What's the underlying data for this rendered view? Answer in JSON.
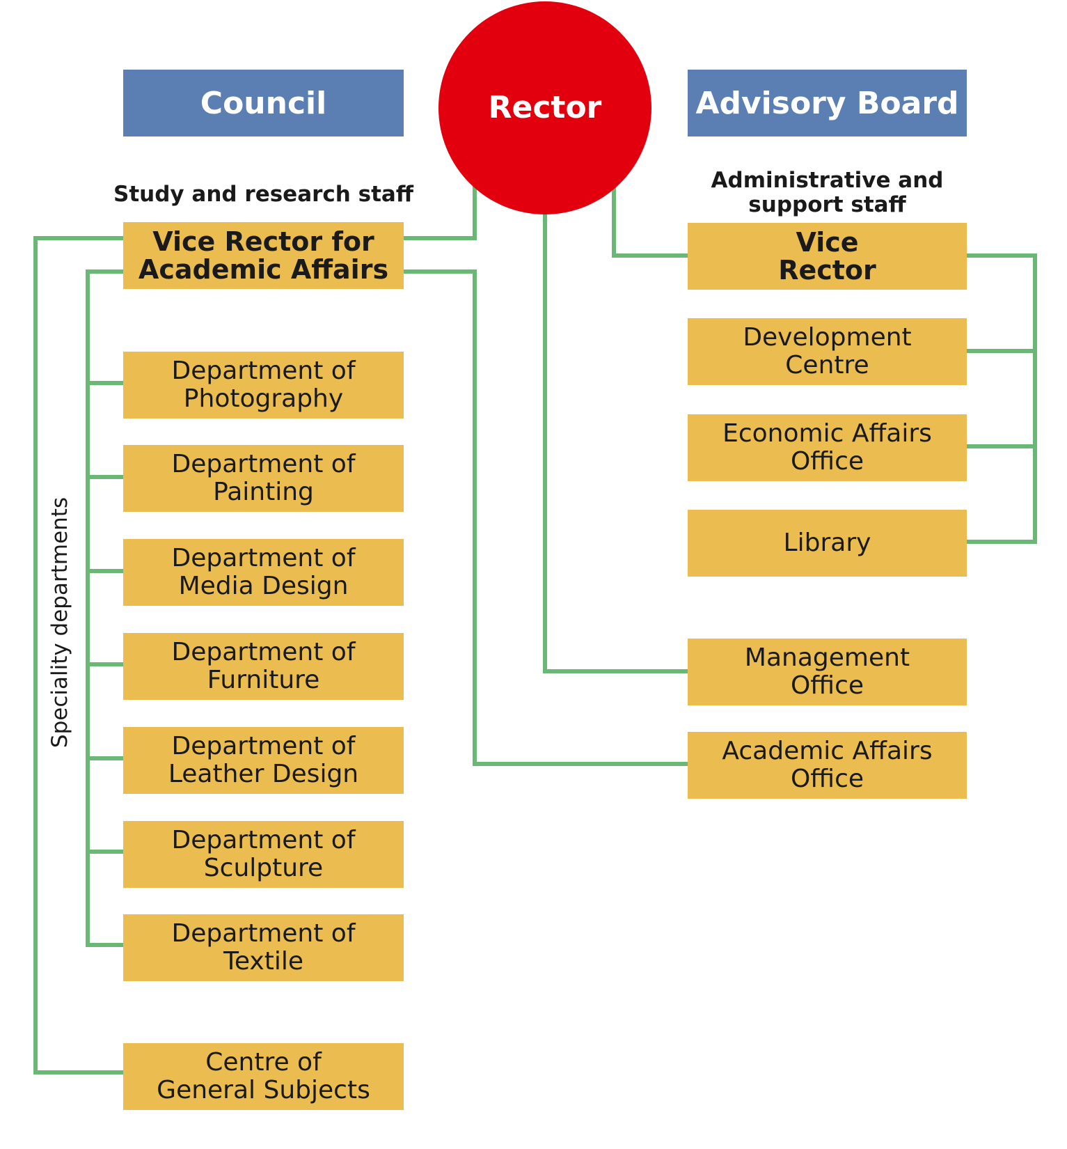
{
  "colors": {
    "governing_box": "#5b7fb3",
    "rector_circle": "#e2000f",
    "unit_box": "#ebbd50",
    "connector": "#6bb876"
  },
  "rector": "Rector",
  "council": "Council",
  "advisory_board": "Advisory Board",
  "study_staff_label": "Study and research staff",
  "admin_staff_label": "Administrative and\nsupport staff",
  "speciality_label": "Speciality departments",
  "vice_rector_academic": "Vice Rector for\nAcademic Affairs",
  "vice_rector": "Vice\nRector",
  "departments": [
    "Department of\nPhotography",
    "Department of\nPainting",
    "Department of\nMedia Design",
    "Department of\nFurniture",
    "Department of\nLeather Design",
    "Department of\nSculpture",
    "Department of\nTextile"
  ],
  "centre_general": "Centre of\nGeneral Subjects",
  "admin_units": [
    "Development\nCentre",
    "Economic Affairs\nOffice",
    "Library"
  ],
  "management_office": "Management\nOffice",
  "academic_affairs_office": "Academic Affairs\nOffice"
}
